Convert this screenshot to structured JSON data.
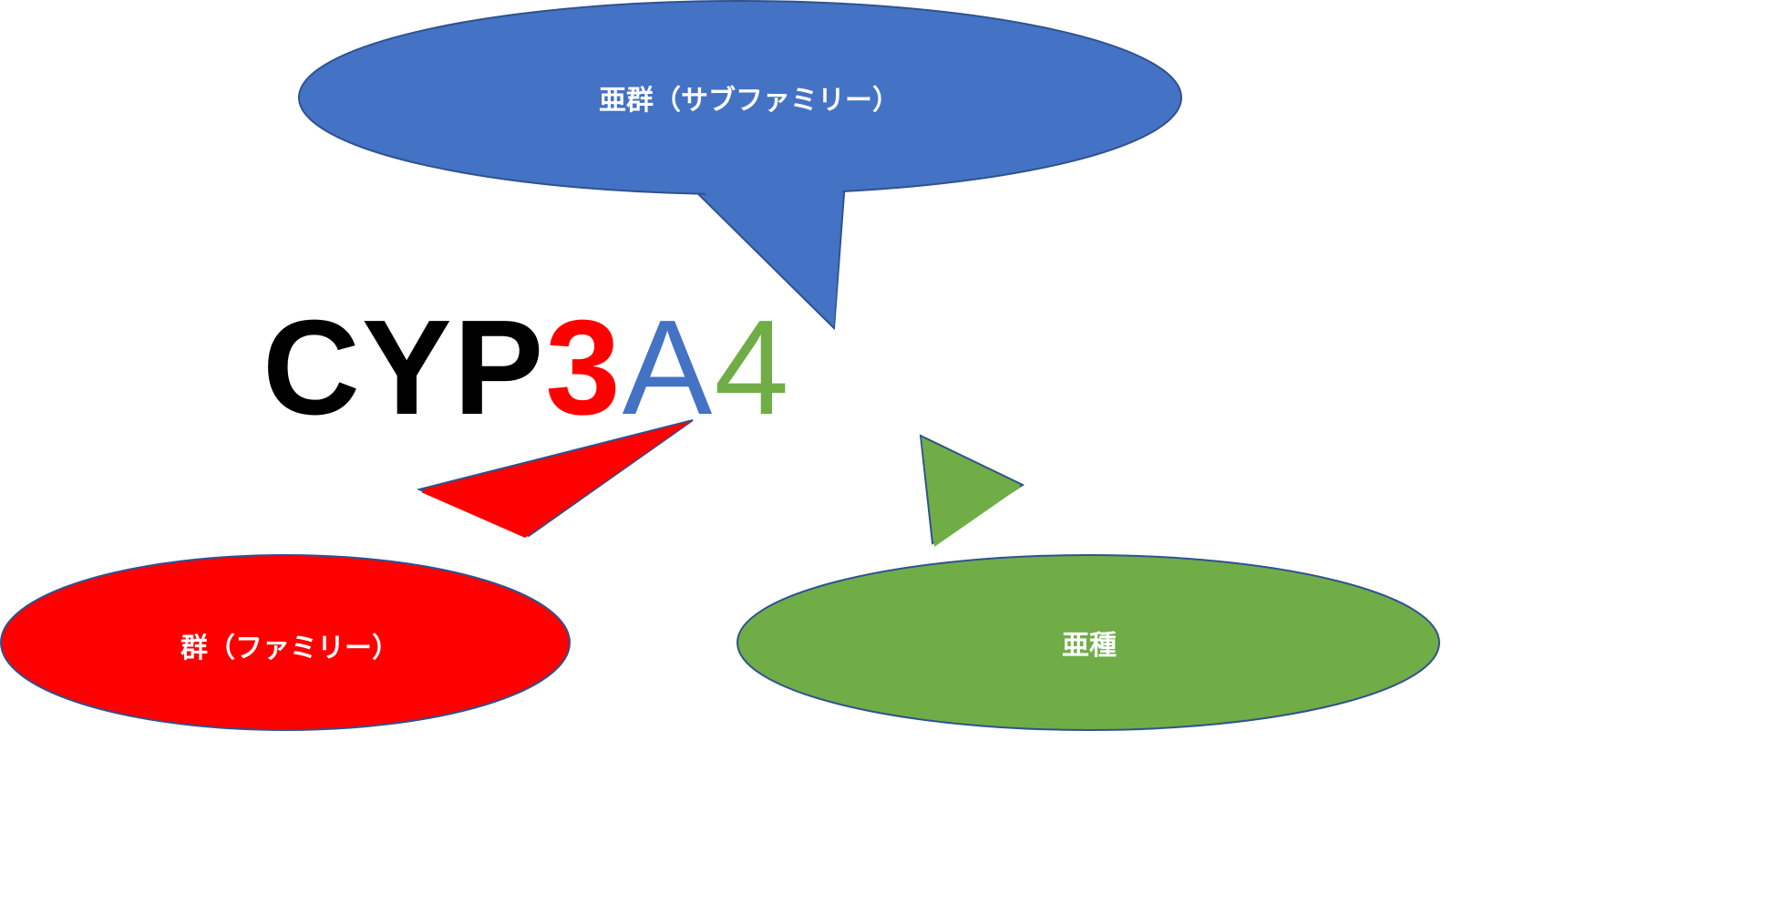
{
  "title": {
    "parts": [
      {
        "text": "CYP",
        "color": "#000000"
      },
      {
        "text": "3",
        "color": "#FF0000"
      },
      {
        "text": "A",
        "color": "#4472C4"
      },
      {
        "text": "4",
        "color": "#70AD47"
      }
    ]
  },
  "callouts": {
    "subfamily": {
      "label": "亜群（サブファミリー）",
      "color": "#4472C4"
    },
    "family": {
      "label": "群（ファミリー）",
      "color": "#FF0000"
    },
    "subtype": {
      "label": "亜種",
      "color": "#70AD47"
    }
  },
  "stroke_color": "#2F528F"
}
